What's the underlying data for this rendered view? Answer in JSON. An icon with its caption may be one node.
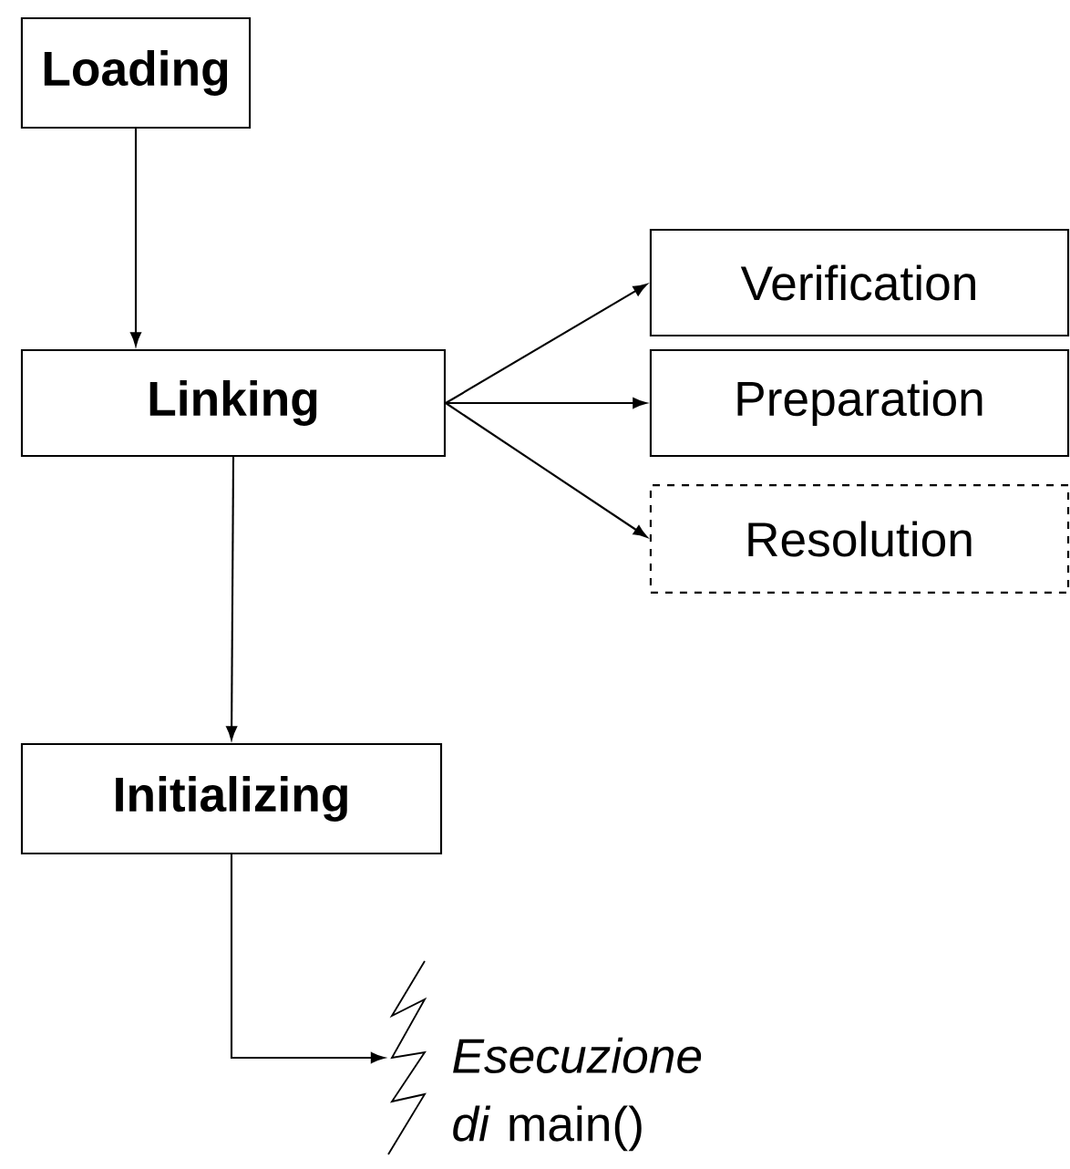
{
  "diagram": {
    "nodes": [
      {
        "text": [
          "Loading"
        ]
      },
      {
        "text": [
          "Linking"
        ]
      },
      {
        "text": [
          "Verification"
        ]
      },
      {
        "text": [
          "Preparation"
        ]
      },
      {
        "text": [
          "Resolution"
        ]
      },
      {
        "text": [
          "Initializing"
        ]
      },
      {
        "text": [],
        "shape": "zigzag",
        "beside": [
          "*Esecuzione di* main()"
        ]
      }
    ],
    "edges": [
      {
        "from": 0,
        "to": 1,
        "arrow": "to"
      },
      {
        "from": 1,
        "to": 2,
        "arrow": "to"
      },
      {
        "from": 1,
        "to": 3,
        "arrow": "to"
      },
      {
        "from": 1,
        "to": 4,
        "arrow": "to"
      },
      {
        "from": 1,
        "to": 5,
        "arrow": "to"
      },
      {
        "from": 5,
        "to": 6,
        "arrow": "to"
      }
    ]
  }
}
